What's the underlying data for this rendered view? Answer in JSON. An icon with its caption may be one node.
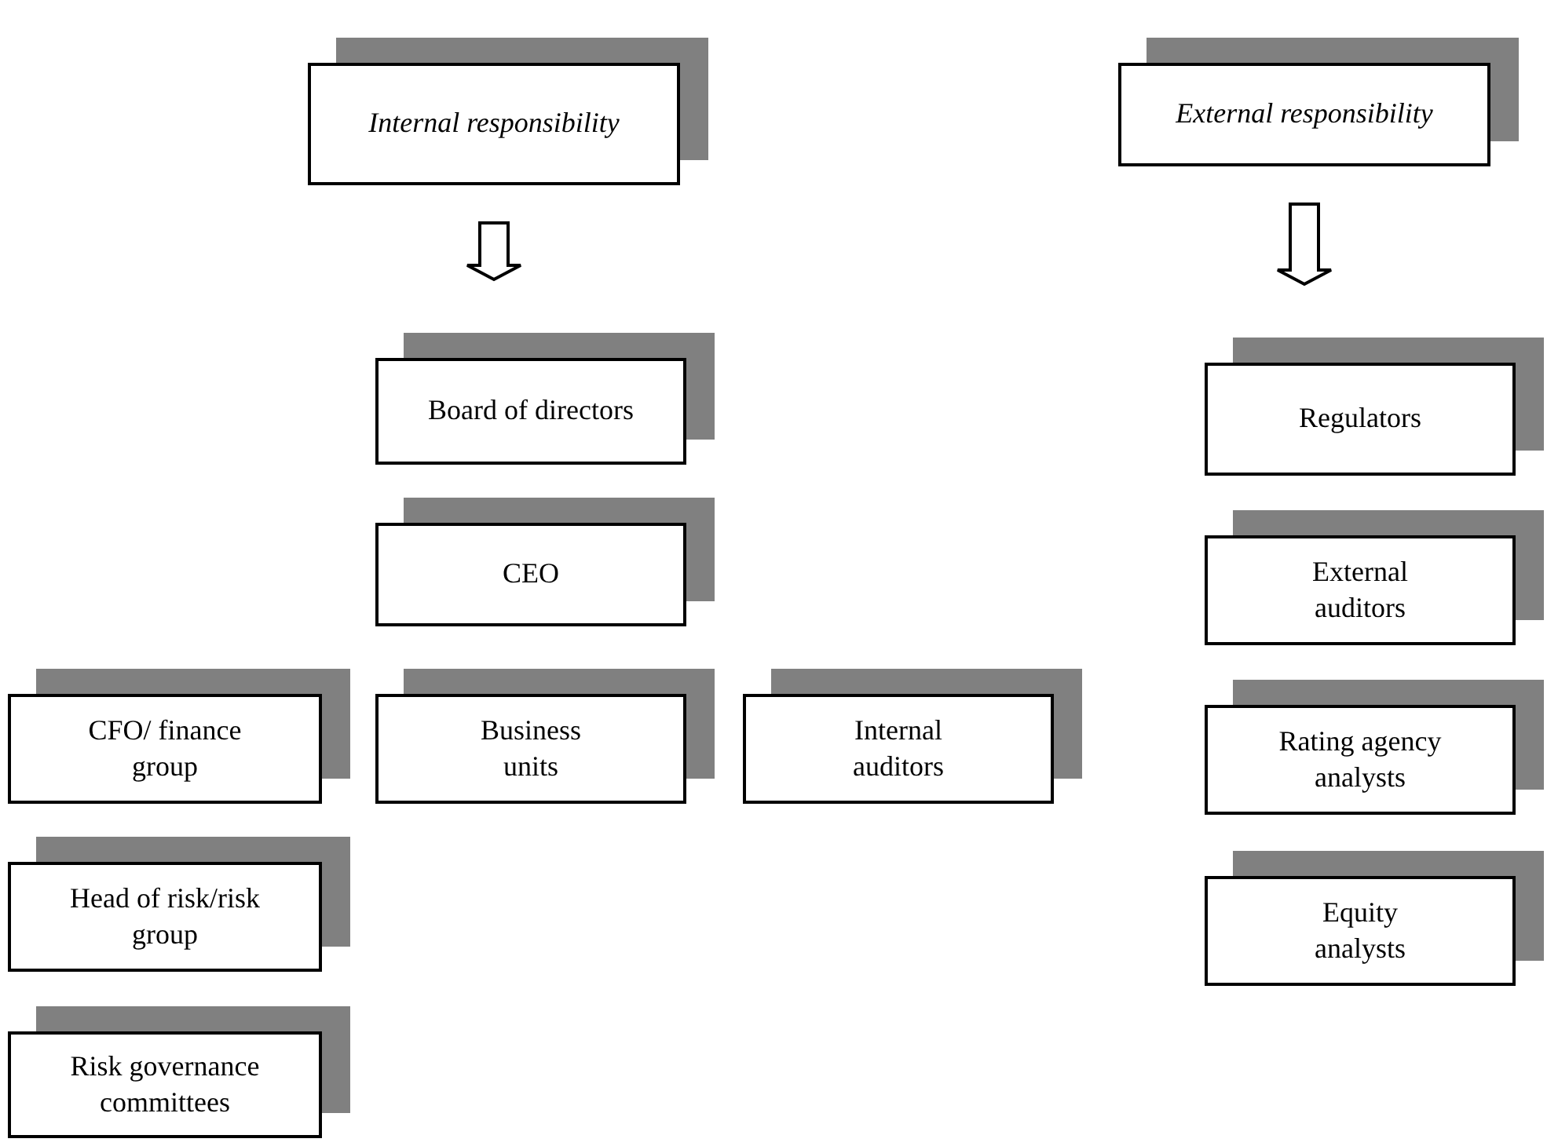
{
  "diagram": {
    "nodes": [
      {
        "text": [
          "Internal responsibility"
        ]
      },
      {
        "text": [
          "External responsibility"
        ]
      },
      {
        "text": [
          "Board of directors"
        ]
      },
      {
        "text": [
          "CEO"
        ]
      },
      {
        "text": [
          "CFO/ finance group"
        ]
      },
      {
        "text": [
          "Business units"
        ]
      },
      {
        "text": [
          "Internal auditors"
        ]
      },
      {
        "text": [
          "Head of risk/risk group"
        ]
      },
      {
        "text": [
          "Risk governance committees"
        ]
      },
      {
        "text": [
          "Regulators"
        ]
      },
      {
        "text": [
          "External auditors"
        ]
      },
      {
        "text": [
          "Rating agency analysts"
        ]
      },
      {
        "text": [
          "Equity analysts"
        ]
      }
    ],
    "edges": [
      {
        "from": 0,
        "to": 2,
        "arrow": "to"
      },
      {
        "from": 1,
        "to": 9,
        "arrow": "to"
      }
    ]
  }
}
